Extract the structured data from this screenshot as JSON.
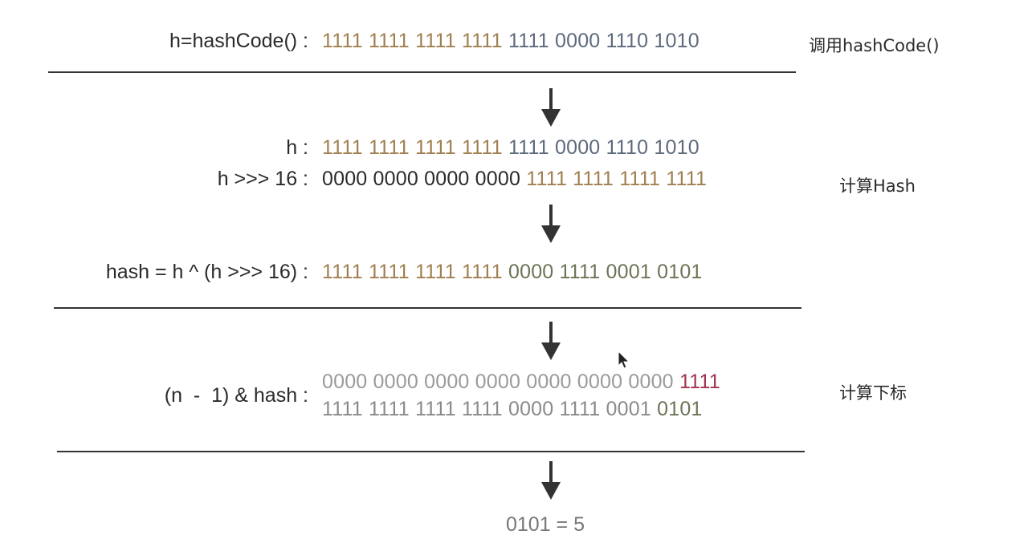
{
  "colors": {
    "high": "#a07f50",
    "low_slate": "#5d6a7c",
    "dark": "#2b2b2b",
    "low_olive": "#6b7456",
    "mask_zero": "#9a9a9a",
    "mask_one": "#a2354f",
    "hash_gray": "#8a8a8a",
    "result": "#777777"
  },
  "step_hashcode": {
    "label": "h=hashCode() :",
    "high_bits": "1111 1111 1111 1111",
    "low_bits": "1111 0000 1110 1010",
    "note": "调用hashCode()"
  },
  "step_compute_hash": {
    "h_label": "h :",
    "h_high": "1111 1111 1111 1111",
    "h_low": "1111 0000 1110 1010",
    "shift_label": "h >>> 16 :",
    "shift_high": "0000 0000 0000 0000",
    "shift_low": "1111 1111 1111 1111",
    "xor_label": "hash = h ^ (h >>> 16) :",
    "xor_high": "1111 1111 1111 1111",
    "xor_low": "0000 1111 0001 0101",
    "note": "计算Hash"
  },
  "step_index": {
    "label": "(n  -  1) & hash :",
    "mask_bits": "0000 0000 0000 0000 0000 0000 0000",
    "mask_tail": "1111",
    "hash_bits": "1111 1111 1111 1111 0000 1111 0001",
    "hash_tail": "0101",
    "note": "计算下标"
  },
  "result": "0101 = 5"
}
